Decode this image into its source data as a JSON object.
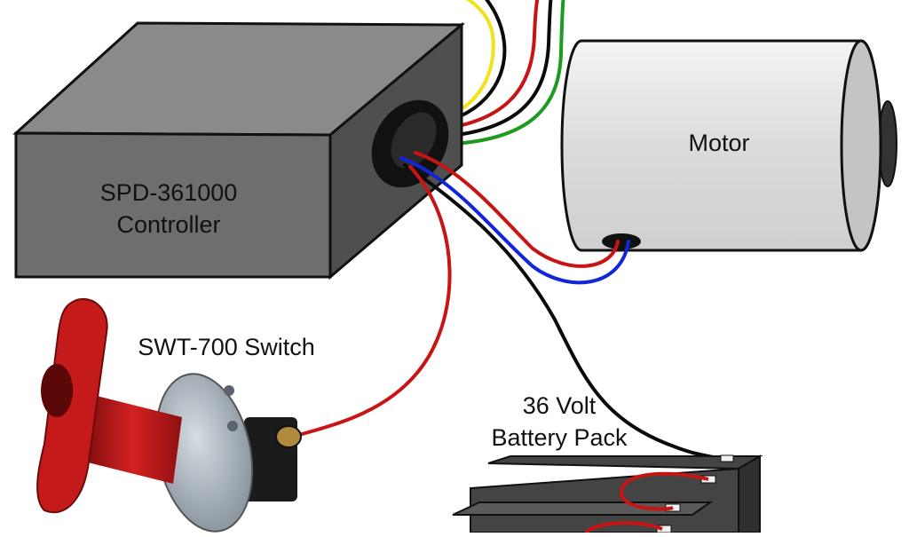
{
  "labels": {
    "controller_line1": "SPD-361000",
    "controller_line2": "Controller",
    "motor": "Motor",
    "switch": "SWT-700 Switch",
    "battery_line1": "36 Volt",
    "battery_line2": "Battery Pack"
  },
  "colors": {
    "wire_red": "#c81414",
    "wire_blue": "#1226d8",
    "wire_black": "#0a0a0a",
    "wire_yellow": "#f2e21a",
    "wire_green": "#1e9a1e",
    "controller_top": "#8a8a8a",
    "controller_front": "#6e6e6e",
    "controller_side": "#4f4f4f",
    "motor_body": "#e6e6e6",
    "switch_handle": "#c41a1a",
    "switch_plate": "#a9b2ba",
    "battery_body": "#444444"
  }
}
